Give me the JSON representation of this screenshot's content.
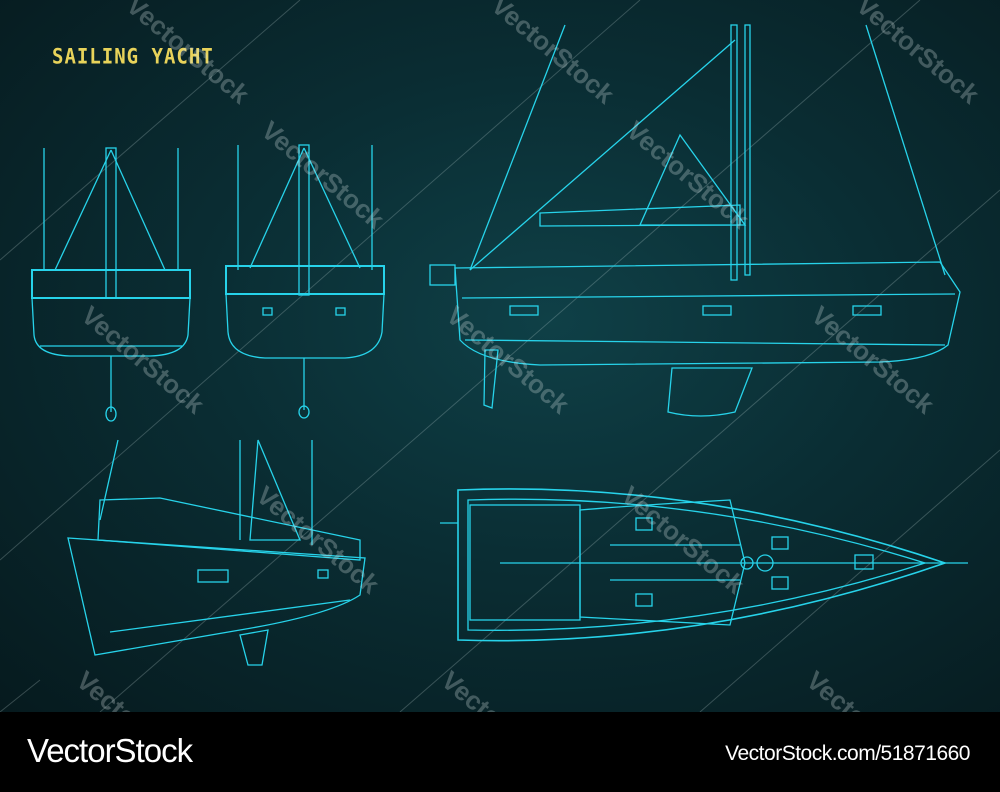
{
  "title": "SAILING YACHT",
  "watermark": "VectorStock",
  "footer": {
    "brand": "VectorStock",
    "reference": "VectorStock.com/51871660"
  },
  "colors": {
    "line": "#27d3ea",
    "title": "#e8d35a",
    "background": "#0a2d33",
    "footer": "#000000"
  }
}
